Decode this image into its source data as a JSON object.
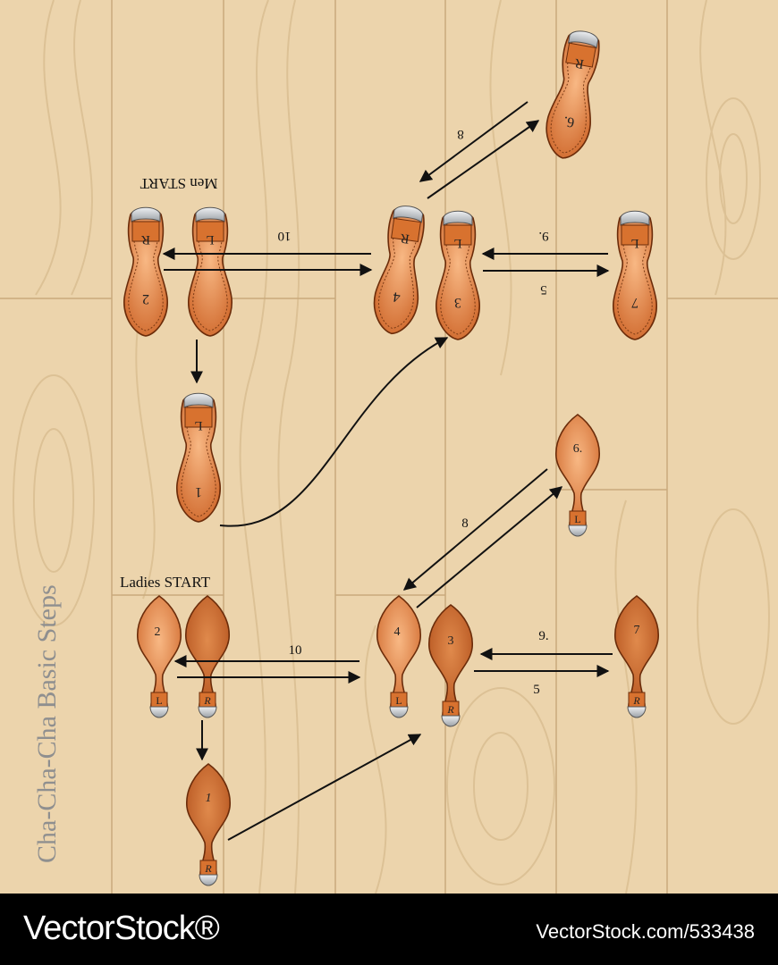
{
  "title": "Cha-Cha-Cha Basic Steps",
  "men_start_label": "Men START",
  "ladies_start_label": "Ladies START",
  "watermark_left": "VectorStock®",
  "watermark_right": "VectorStock.com/533438",
  "men": {
    "steps": [
      {
        "number": "1",
        "foot": "L"
      },
      {
        "number": "2",
        "foot": "R"
      },
      {
        "number": "3",
        "foot": "L"
      },
      {
        "number": "4",
        "foot": "R"
      },
      {
        "number": "6.",
        "foot": "R"
      },
      {
        "number": "7",
        "foot": "L"
      }
    ],
    "arrow_labels": {
      "a10": "10",
      "a9": "9.",
      "a5": "5",
      "a8": "8"
    }
  },
  "ladies": {
    "steps": [
      {
        "number": "1",
        "foot": "R"
      },
      {
        "number": "2",
        "foot": "L"
      },
      {
        "number": "3",
        "foot": "R"
      },
      {
        "number": "4",
        "foot": "L"
      },
      {
        "number": "6.",
        "foot": "L"
      },
      {
        "number": "7",
        "foot": "R"
      }
    ],
    "arrow_labels": {
      "a10": "10",
      "a9": "9.",
      "a5": "5",
      "a8": "8"
    }
  },
  "colors": {
    "wood_light": "#ecd4ac",
    "wood_grain": "#d9bd90",
    "plank_line": "#c9a97c",
    "sole_light": "#f6b27a",
    "sole_dark": "#c9652b",
    "heel_plate": "#b9bec4",
    "arrow": "#111111",
    "title_color": "#8f8f8f"
  }
}
